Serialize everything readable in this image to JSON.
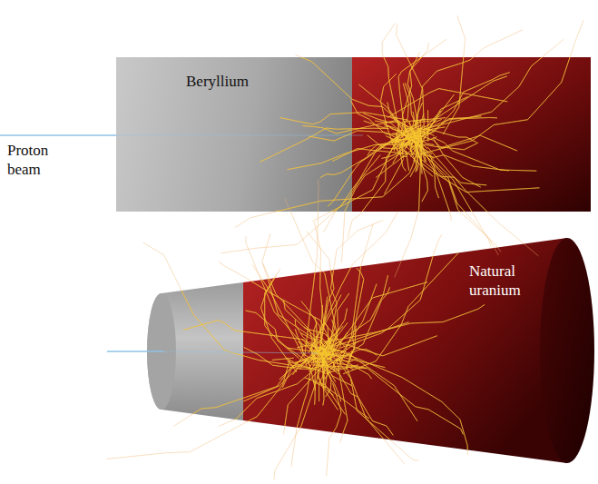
{
  "diagram": {
    "nodes": [
      {
        "text": [
          "Beryllium"
        ]
      },
      {
        "text": [
          "Natural uranium"
        ]
      }
    ],
    "labels": [
      "Proton beam"
    ]
  }
}
